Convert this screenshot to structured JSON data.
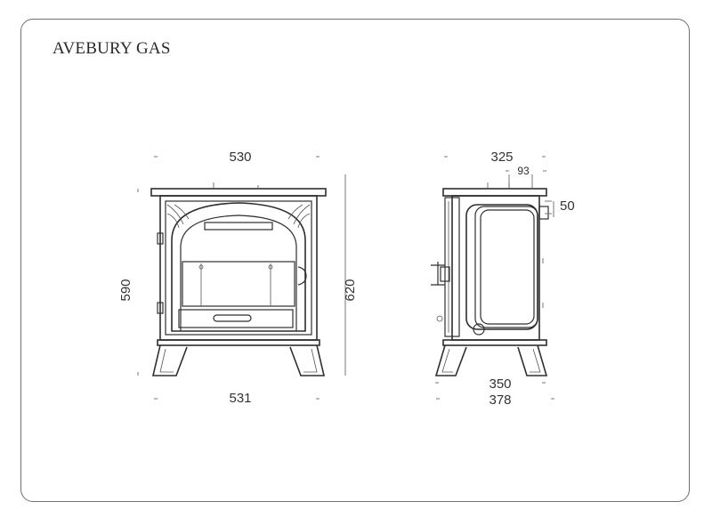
{
  "title": "AVEBURY GAS",
  "front_view": {
    "top_width": "530",
    "bottom_width": "531",
    "body_height": "590"
  },
  "overall_height": "620",
  "side_view": {
    "top_depth": "325",
    "flue_offset": "93",
    "flue_height": "50",
    "base_depth": "350",
    "overall_depth": "378"
  }
}
